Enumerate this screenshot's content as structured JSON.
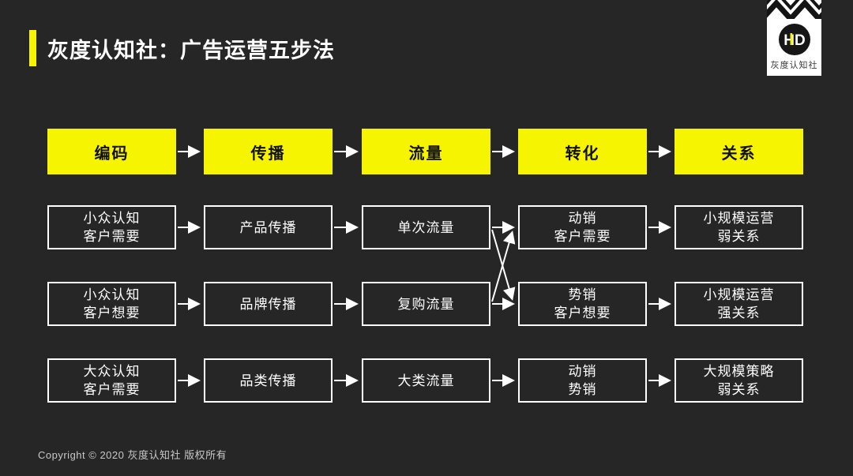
{
  "page": {
    "title": "灰度认知社：广告运营五步法",
    "copyright": "Copyright © 2020 灰度认知社 版权所有"
  },
  "logo": {
    "monogram": "HD",
    "label": "灰度认知社"
  },
  "colors": {
    "background": "#262626",
    "accent_yellow": "#F7F400",
    "line_white": "#ffffff",
    "step_text": "#111111",
    "copyright_text": "#c8c8c8"
  },
  "steps": [
    "编码",
    "传播",
    "流量",
    "转化",
    "关系"
  ],
  "rows": [
    {
      "cells": [
        [
          "小众认知",
          "客户需要"
        ],
        [
          "产品传播"
        ],
        [
          "单次流量"
        ],
        [
          "动销",
          "客户需要"
        ],
        [
          "小规模运营",
          "弱关系"
        ]
      ]
    },
    {
      "cells": [
        [
          "小众认知",
          "客户想要"
        ],
        [
          "品牌传播"
        ],
        [
          "复购流量"
        ],
        [
          "势销",
          "客户想要"
        ],
        [
          "小规模运营",
          "强关系"
        ]
      ]
    },
    {
      "cells": [
        [
          "大众认知",
          "客户需要"
        ],
        [
          "品类传播"
        ],
        [
          "大类流量"
        ],
        [
          "动销",
          "势销"
        ],
        [
          "大规模策略",
          "弱关系"
        ]
      ]
    }
  ]
}
